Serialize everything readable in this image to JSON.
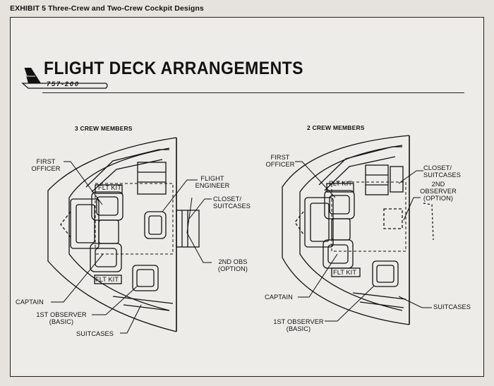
{
  "exhibit_title": "EXHIBIT 5 Three-Crew and Two-Crew Cockpit Designs",
  "title": "FLIGHT DECK ARRANGEMENTS",
  "model": "757-200",
  "left": {
    "heading": "3 CREW MEMBERS",
    "first_officer_1": "FIRST",
    "first_officer_2": "OFFICER",
    "flt_kit_top": "FLT KIT",
    "flight_engineer_1": "FLIGHT",
    "flight_engineer_2": "ENGINEER",
    "closet_1": "CLOSET/",
    "closet_2": "SUITCASES",
    "obs2_1": "2ND OBS",
    "obs2_2": "(OPTION)",
    "flt_kit_bottom": "FLT KIT",
    "captain": "CAPTAIN",
    "obs1_1": "1ST OBSERVER",
    "obs1_2": "(BASIC)",
    "suitcases": "SUITCASES"
  },
  "right": {
    "heading": "2 CREW MEMBERS",
    "first_officer_1": "FIRST",
    "first_officer_2": "OFFICER",
    "flt_kit_top": "FLT KIT",
    "closet_1": "CLOSET/",
    "closet_2": "SUITCASES",
    "obs2_1": "2ND",
    "obs2_2": "OBSERVER",
    "obs2_3": "(OPTION)",
    "flt_kit_bottom": "FLT KIT",
    "captain": "CAPTAIN",
    "suitcases": "SUITCASES",
    "obs1_1": "1ST OBSERVER",
    "obs1_2": "(BASIC)"
  }
}
